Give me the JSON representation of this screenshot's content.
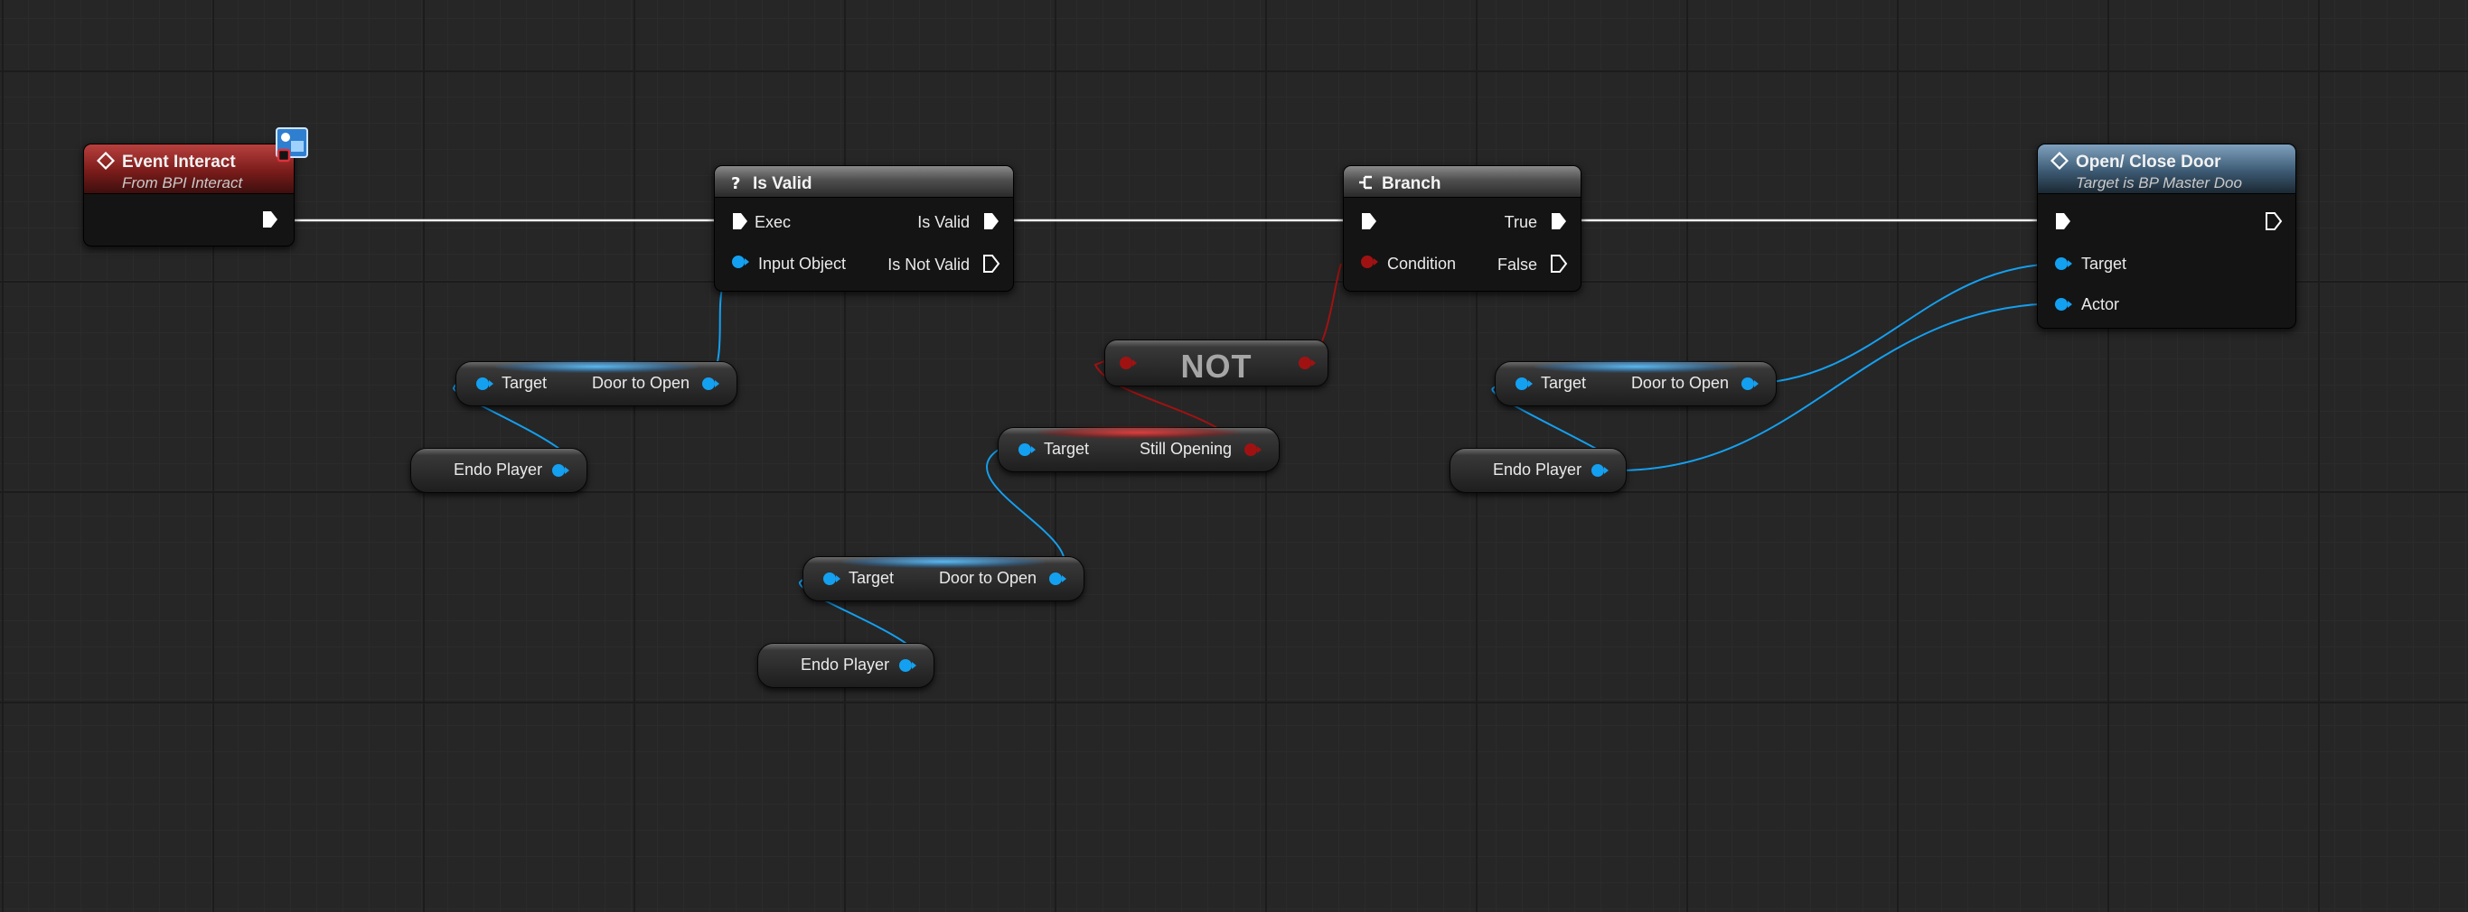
{
  "colors": {
    "exec": "#ffffff",
    "object": "#14a0f0",
    "bool": "#a01212"
  },
  "nodes": {
    "event_interact": {
      "title": "Event Interact",
      "subtitle": "From BPI Interact",
      "header_icon": "event-diamond-icon",
      "badge_icon": "interface-badge-icon"
    },
    "is_valid": {
      "title": "Is Valid",
      "header_icon": "question-mark-icon",
      "exec_in": "Exec",
      "input_object": "Input Object",
      "is_valid_out": "Is Valid",
      "is_not_valid_out": "Is Not Valid"
    },
    "branch": {
      "title": "Branch",
      "header_icon": "branch-icon",
      "condition": "Condition",
      "true_out": "True",
      "false_out": "False"
    },
    "open_close_door": {
      "title": "Open/ Close Door",
      "subtitle": "Target is BP Master Doo",
      "header_icon": "function-diamond-icon",
      "target": "Target",
      "actor": "Actor"
    },
    "not": {
      "label": "NOT"
    },
    "still_opening": {
      "target": "Target",
      "output": "Still Opening"
    },
    "door_to_open_1": {
      "target": "Target",
      "output": "Door to Open"
    },
    "door_to_open_2": {
      "target": "Target",
      "output": "Door to Open"
    },
    "door_to_open_3": {
      "target": "Target",
      "output": "Door to Open"
    },
    "endo_player_1": {
      "label": "Endo Player"
    },
    "endo_player_2": {
      "label": "Endo Player"
    },
    "endo_player_3": {
      "label": "Endo Player"
    }
  }
}
